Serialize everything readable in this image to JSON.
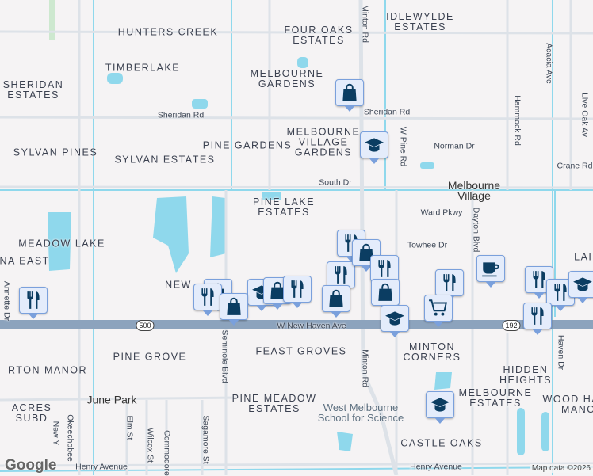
{
  "map": {
    "colors": {
      "background": "#f5f3f4",
      "road": "#dde2e8",
      "highway": "#8ca3bd",
      "water": "#8fd8ec",
      "marker_fill": "#e4ecfb",
      "marker_border": "#7aa0dc",
      "icon": "#0b3d62"
    },
    "area_labels": [
      "HUNTERS CREEK",
      "FOUR OAKS\nESTATES",
      "IDLEWYLDE\nESTATES",
      "TIMBERLAKE",
      "MELBOURNE\nGARDENS",
      "SHERIDAN\nESTATES",
      "PINE GARDENS",
      "MELBOURNE\nVILLAGE\nGARDENS",
      "SYLVAN PINES",
      "SYLVAN ESTATES",
      "PINE LAKE\nESTATES",
      "MEADOW LAKE",
      "LANA EAST",
      "NEW",
      "MINTON\nCORNERS",
      "FEAST GROVES",
      "PINE GROVE",
      "RTON MANOR",
      "ACRES\nSUBD",
      "HIDDEN\nHEIGHTS",
      "MELBOURNE\nESTATES",
      "WOOD HAVEN\nMANOR",
      "PINE MEADOW\nESTATES",
      "CASTLE OAKS",
      "LAIL"
    ],
    "place_labels": [
      "Melbourne\nVillage",
      "June Park"
    ],
    "poi_labels": [
      "West Melbourne\nSchool for Science"
    ],
    "road_labels": [
      "Sheridan Rd",
      "Sheridan Rd",
      "Norman Dr",
      "Crane Rd",
      "South Dr",
      "Ward Pkwy",
      "Towhee Dr",
      "W New Haven Ave",
      "Henry Avenue",
      "Henry Avenue"
    ],
    "vertical_road_labels": [
      "Minton Rd",
      "W Pine Rd",
      "Hammock Rd",
      "Acacia Ave",
      "Live Oak Av",
      "Dayton Blvd",
      "Annette Dr",
      "Seminole Blvd",
      "Minton Rd",
      "Haven Dr",
      "Elm St",
      "Wilcox St",
      "Commodore",
      "Sagamore St",
      "Okeechobee",
      "New Y"
    ],
    "route_shields": [
      "500",
      "192"
    ],
    "markers": [
      "restaurant-icon",
      "shopping-bag-icon",
      "school-icon",
      "shopping-bag-icon",
      "school-icon",
      "restaurant-icon",
      "shopping-bag-icon",
      "restaurant-icon",
      "restaurant-icon",
      "restaurant-icon",
      "shopping-bag-icon",
      "shopping-bag-icon",
      "restaurant-icon",
      "shopping-bag-icon",
      "shopping-bag-icon",
      "school-icon",
      "restaurant-icon",
      "shopping-cart-icon",
      "coffee-icon",
      "restaurant-icon",
      "restaurant-icon",
      "school-icon",
      "restaurant-icon",
      "school-icon"
    ],
    "google_logo": "Google",
    "attribution": "Map data ©2026"
  }
}
